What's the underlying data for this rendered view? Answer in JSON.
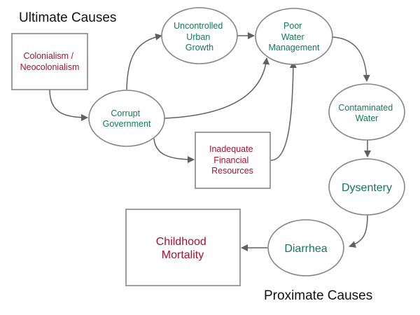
{
  "headings": {
    "top": "Ultimate Causes",
    "bottom": "Proximate Causes"
  },
  "colors": {
    "ultimate_text": "#a3122f",
    "intermediate_text": "#127a52",
    "border": "#858585",
    "arrow": "#606060"
  },
  "nodes": {
    "colonialism": {
      "shape": "rectangle",
      "lines": [
        "Colonialism /",
        "Neocolonialism"
      ]
    },
    "corrupt_government": {
      "shape": "ellipse",
      "lines": [
        "Corrupt",
        "Government"
      ]
    },
    "uncontrolled_urban_growth": {
      "shape": "ellipse",
      "lines": [
        "Uncontrolled",
        "Urban",
        "Growth"
      ]
    },
    "poor_water_management": {
      "shape": "ellipse",
      "lines": [
        "Poor",
        "Water",
        "Management"
      ]
    },
    "inadequate_financial_resources": {
      "shape": "rectangle",
      "lines": [
        "Inadequate",
        "Financial",
        "Resources"
      ]
    },
    "contaminated_water": {
      "shape": "ellipse",
      "lines": [
        "Contaminated",
        "Water"
      ]
    },
    "dysentery": {
      "shape": "ellipse",
      "lines": [
        "Dysentery"
      ]
    },
    "diarrhea": {
      "shape": "ellipse",
      "lines": [
        "Diarrhea"
      ]
    },
    "childhood_mortality": {
      "shape": "rectangle",
      "lines": [
        "Childhood",
        "Mortality"
      ]
    }
  },
  "edges": [
    {
      "from": "Colonialism / Neocolonialism",
      "to": "Corrupt Government"
    },
    {
      "from": "Corrupt Government",
      "to": "Uncontrolled Urban Growth"
    },
    {
      "from": "Corrupt Government",
      "to": "Poor Water Management"
    },
    {
      "from": "Corrupt Government",
      "to": "Inadequate Financial Resources"
    },
    {
      "from": "Uncontrolled Urban Growth",
      "to": "Poor Water Management"
    },
    {
      "from": "Inadequate Financial Resources",
      "to": "Poor Water Management"
    },
    {
      "from": "Poor Water Management",
      "to": "Contaminated Water"
    },
    {
      "from": "Contaminated Water",
      "to": "Dysentery"
    },
    {
      "from": "Dysentery",
      "to": "Diarrhea"
    },
    {
      "from": "Diarrhea",
      "to": "Childhood Mortality"
    }
  ]
}
